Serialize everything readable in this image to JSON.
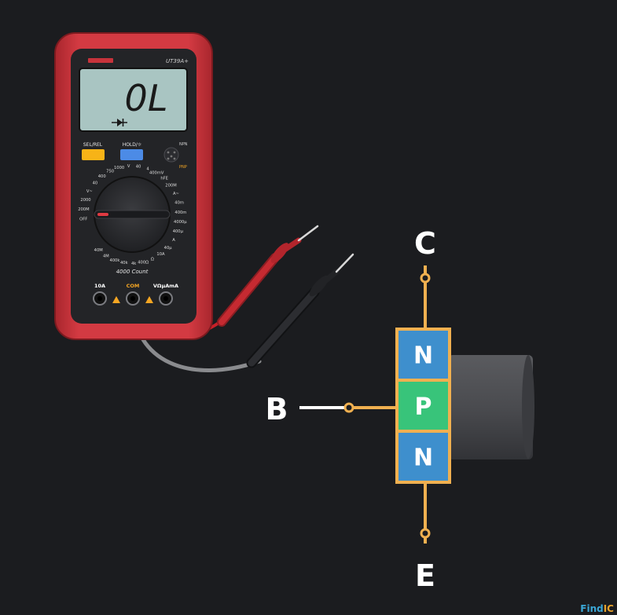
{
  "multimeter": {
    "model": "UT39A+",
    "display_reading": "0L",
    "display_mode_icon": "diode-symbol",
    "buttons": {
      "sel_rel": "SEL/REL",
      "hold": "HOLD/☼"
    },
    "dial_center_label": "4000 Count",
    "hfe_socket_labels": {
      "npn": "NPN",
      "pnp": "PNP"
    },
    "dial_labels": [
      "OFF",
      "200M",
      "2000",
      "V~",
      "40",
      "400",
      "750",
      "1000",
      "V",
      "40",
      "4",
      "400mV",
      "hFE",
      "200M",
      "A~",
      "40m",
      "400m",
      "4000µ",
      "400µ",
      "A",
      "40µ",
      "10A",
      "Ω",
      "400Ω",
      "4k",
      "40k",
      "400k",
      "4M",
      "40M"
    ],
    "terminals": [
      {
        "label": "10A",
        "accent": "#ffffff"
      },
      {
        "label": "COM",
        "accent": "#f5a623"
      },
      {
        "label": "VΩμAmA",
        "accent": "#ffffff"
      }
    ],
    "colors": {
      "body": "#c7333b",
      "lcd": "#a9c5c2",
      "sel_button": "#f7b317",
      "hold_button": "#4c8be6"
    }
  },
  "probes": {
    "red": {
      "color": "#c0242b"
    },
    "black": {
      "color": "#2a2b2e"
    }
  },
  "transistor": {
    "terminals": {
      "collector": "C",
      "base": "B",
      "emitter": "E"
    },
    "layers": [
      {
        "label": "N",
        "color": "#3e8fcd"
      },
      {
        "label": "P",
        "color": "#38c47a"
      },
      {
        "label": "N",
        "color": "#3e8fcd"
      }
    ],
    "colors": {
      "wire": "#f0b050",
      "frame": "#f0b050",
      "body": "#4a4b4e"
    }
  },
  "watermark": {
    "part1": "Find",
    "part2": "IC"
  }
}
